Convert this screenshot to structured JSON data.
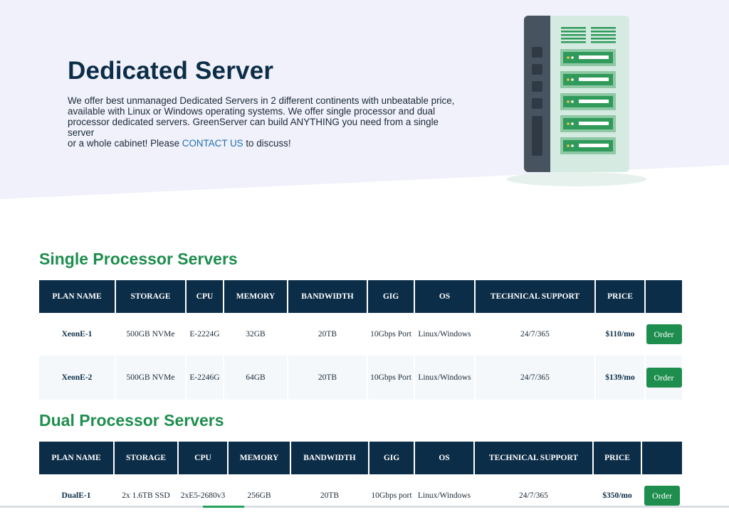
{
  "hero": {
    "title": "Dedicated Server",
    "description": "We offer best unmanaged Dedicated Servers in 2 different continents with unbeatable price,\n available with Linux or Windows operating systems.  We offer single processor and dual\nprocessor dedicated servers. GreenServer can build ANYTHING you need from a single server\nor a whole cabinet! Please ",
    "contact_link": "CONTACT US",
    "description_end": " to discuss!"
  },
  "single": {
    "title": "Single Processor Servers",
    "headers": [
      "PLAN NAME",
      "STORAGE",
      "CPU",
      "MEMORY",
      "BANDWIDTH",
      "GIG",
      "OS",
      "TECHNICAL SUPPORT",
      "PRICE",
      ""
    ],
    "rows": [
      {
        "plan": "XeonE-1",
        "storage": "500GB NVMe",
        "cpu": "E-2224G",
        "memory": "32GB",
        "bandwidth": "20TB",
        "gig": "10Gbps Port",
        "os": "Linux/Windows",
        "support": "24/7/365",
        "price": "$110/mo",
        "order": "Order"
      },
      {
        "plan": "XeonE-2",
        "storage": "500GB NVMe",
        "cpu": "E-2246G",
        "memory": "64GB",
        "bandwidth": "20TB",
        "gig": "10Gbps Port",
        "os": "Linux/Windows",
        "support": "24/7/365",
        "price": "$139/mo",
        "order": "Order"
      }
    ]
  },
  "dual": {
    "title": "Dual Processor Servers",
    "headers": [
      "PLAN NAME",
      "STORAGE",
      "CPU",
      "MEMORY",
      "BANDWIDTH",
      "GIG",
      "OS",
      "TECHNICAL SUPPORT",
      "PRICE",
      ""
    ],
    "rows": [
      {
        "plan": "DualE-1",
        "storage": "2x 1.6TB SSD",
        "cpu": "2xE5-2680v3",
        "memory": "256GB",
        "bandwidth": "20TB",
        "gig": "10Gbps port",
        "os": "Linux/Windows",
        "support": "24/7/365",
        "price": "$350/mo",
        "order": "Order"
      }
    ]
  },
  "colors": {
    "navy": "#0c2d48",
    "green": "#1e8e4e",
    "hero_bg": "#f0f1fa",
    "link": "#1e6fb0"
  },
  "icons": [
    "server-rack-illustration"
  ]
}
